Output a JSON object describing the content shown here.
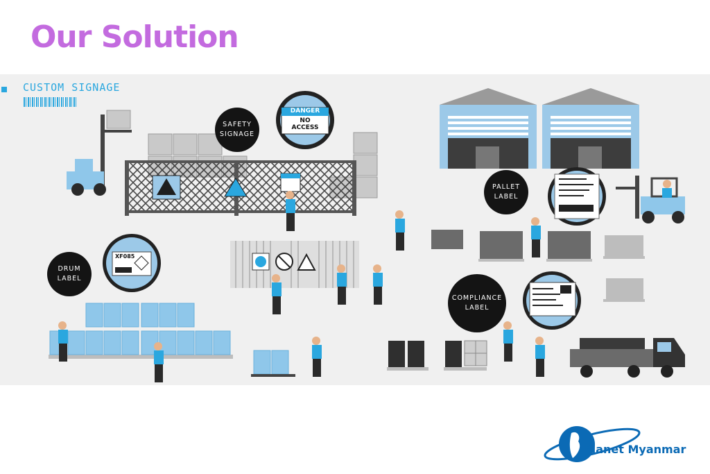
{
  "slide": {
    "title": "Our Solution"
  },
  "panel": {
    "header": "CUSTOM SIGNAGE",
    "bubbles": {
      "safety": "SAFETY\nSIGNAGE",
      "pallet": "PALLET\nLABEL",
      "drum": "DRUM\nLABEL",
      "compliance": "COMPLIANCE\nLABEL"
    },
    "signs": {
      "danger": "DANGER",
      "no_access": "NO\nACCESS",
      "drum_code": "XF085"
    }
  },
  "logo": {
    "text": "Planet Myanmar"
  },
  "colors": {
    "accent": "#2aa7df",
    "title": "#c36bdf",
    "dark": "#141414",
    "brand": "#0b6ab5"
  }
}
